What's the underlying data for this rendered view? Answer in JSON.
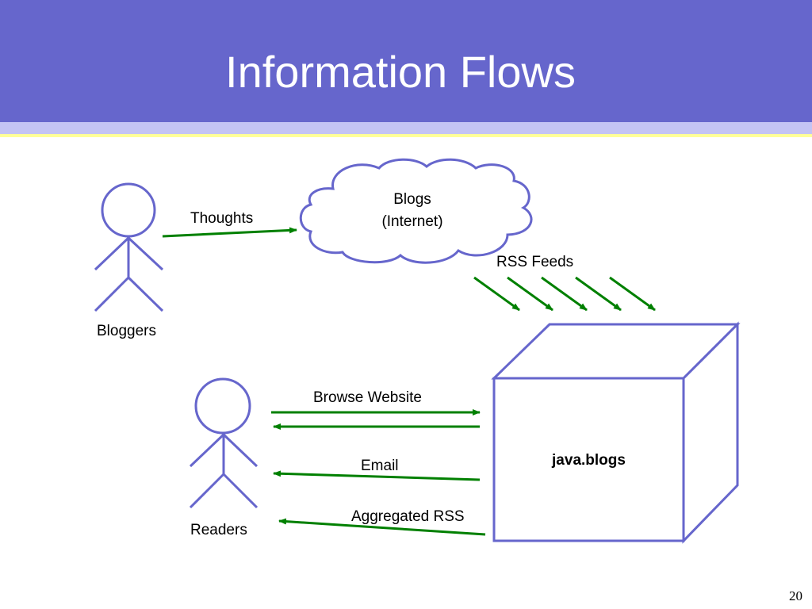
{
  "slide": {
    "title": "Information Flows",
    "page_number": "20"
  },
  "actors": {
    "bloggers": "Bloggers",
    "readers": "Readers"
  },
  "cloud": {
    "line1": "Blogs",
    "line2": "(Internet)"
  },
  "server": {
    "label": "java.blogs"
  },
  "flows": {
    "thoughts": "Thoughts",
    "rss_feeds": "RSS Feeds",
    "browse_website": "Browse Website",
    "email": "Email",
    "aggregated_rss": "Aggregated RSS"
  },
  "colors": {
    "header": "#6666cc",
    "shape_stroke": "#6666cc",
    "arrow": "#008000"
  }
}
